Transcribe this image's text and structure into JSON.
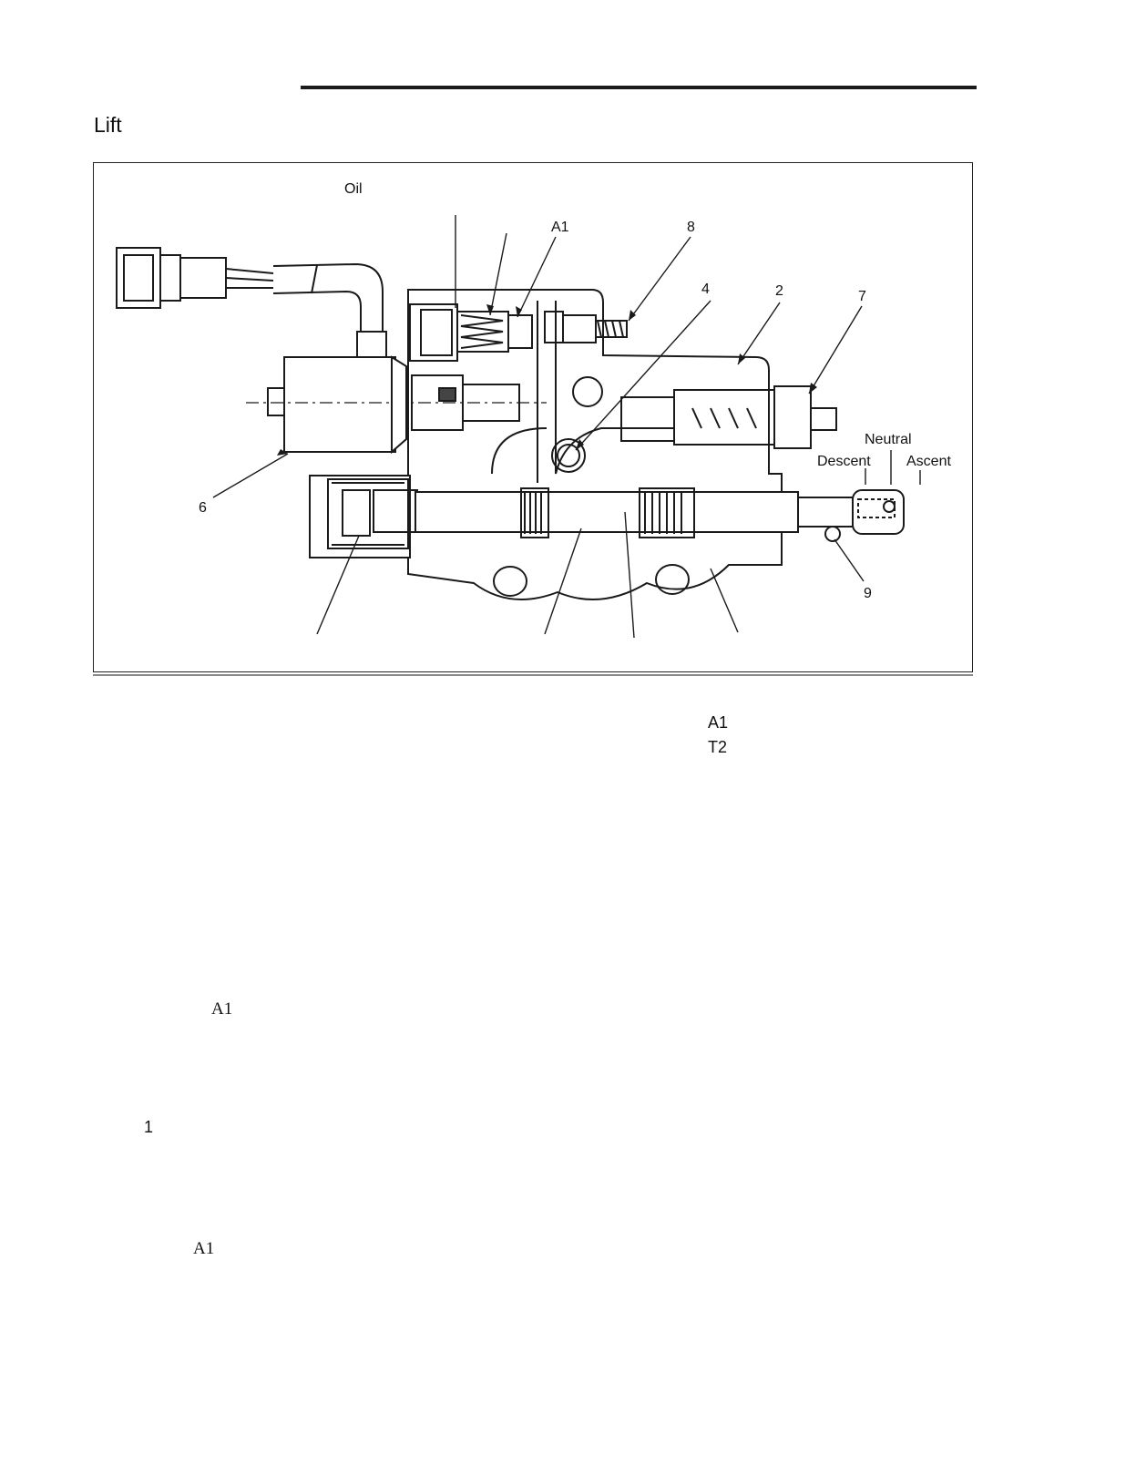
{
  "header": {
    "title": "Lift"
  },
  "figure": {
    "labels": {
      "oil": "Oil",
      "a1": "A1",
      "n8": "8",
      "n4": "4",
      "n2": "2",
      "n7": "7",
      "n6": "6",
      "n9": "9",
      "neutral": "Neutral",
      "descent": "Descent",
      "ascent": "Ascent"
    }
  },
  "body": {
    "legend_a1": "A1",
    "legend_t2": "T2",
    "text_a1_first": "A1",
    "text_num_1": "1",
    "text_a1_second": "A1"
  }
}
